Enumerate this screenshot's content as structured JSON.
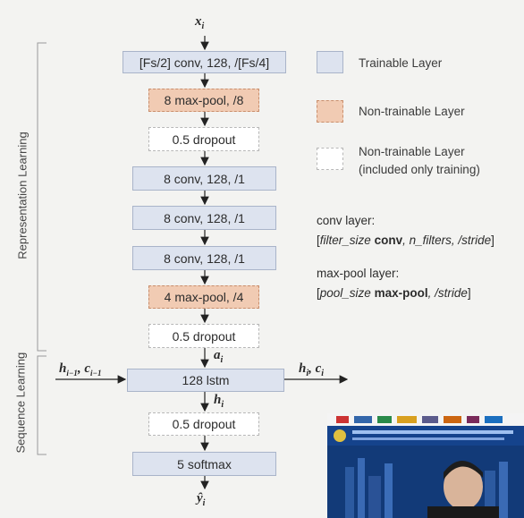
{
  "diagram": {
    "input_label": "x_i",
    "input_var": "x",
    "input_sub": "i",
    "side_labels": {
      "representation": "Representation Learning",
      "sequence": "Sequence Learning"
    },
    "layers": [
      {
        "id": "conv1",
        "type": "trainable",
        "text": "[Fs/2] conv, 128, /[Fs/4]"
      },
      {
        "id": "maxpool1",
        "type": "nontrainable",
        "text": "8 max-pool, /8"
      },
      {
        "id": "dropout1",
        "type": "dropout",
        "text": "0.5 dropout"
      },
      {
        "id": "conv2",
        "type": "trainable",
        "text": "8 conv, 128, /1"
      },
      {
        "id": "conv3",
        "type": "trainable",
        "text": "8 conv, 128, /1"
      },
      {
        "id": "conv4",
        "type": "trainable",
        "text": "8 conv, 128, /1"
      },
      {
        "id": "maxpool2",
        "type": "nontrainable",
        "text": "4 max-pool, /4"
      },
      {
        "id": "dropout2",
        "type": "dropout",
        "text": "0.5 dropout"
      },
      {
        "id": "lstm",
        "type": "trainable",
        "text": "128 lstm"
      },
      {
        "id": "dropout3",
        "type": "dropout",
        "text": "0.5 dropout"
      },
      {
        "id": "softmax",
        "type": "trainable",
        "text": "5 softmax"
      }
    ],
    "arrow_labels": {
      "a": "a",
      "a_sub": "i",
      "h": "h",
      "h_sub": "i",
      "lstm_in_h": "h",
      "lstm_in_h_sub": "i−1",
      "lstm_in_c": "c",
      "lstm_in_c_sub": "i−1",
      "lstm_out_h": "h",
      "lstm_out_h_sub": "i",
      "lstm_out_c": "c",
      "lstm_out_c_sub": "i",
      "output": "ŷ",
      "output_sub": "i"
    }
  },
  "legend": {
    "trainable": "Trainable Layer",
    "nontrainable": "Non-trainable Layer",
    "dropout_line1": "Non-trainable Layer",
    "dropout_line2": "(included only training)"
  },
  "notes": {
    "conv_title": "conv layer:",
    "conv_open": "[",
    "conv_filter": "filter_size",
    "conv_bold": "conv",
    "conv_rest": ", n_filters, /stride",
    "conv_close": "]",
    "pool_title": "max-pool layer:",
    "pool_open": "[",
    "pool_size": "pool_size",
    "pool_bold": "max-pool",
    "pool_rest": ", /stride",
    "pool_close": "]"
  },
  "colors": {
    "trainable_fill": "#dde3ef",
    "nontrainable_fill": "#f1cbb3",
    "dropout_fill": "#ffffff",
    "video_bg": "#0d2d63"
  }
}
